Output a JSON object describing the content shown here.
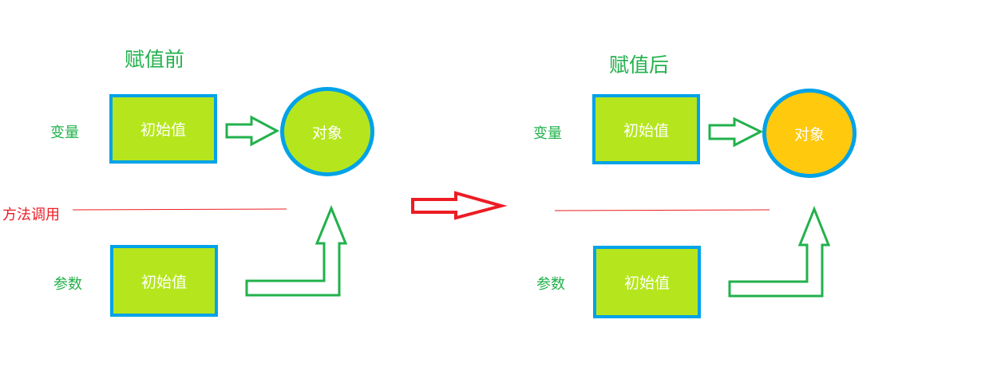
{
  "before": {
    "title": "赋值前",
    "variable_label": "变量",
    "param_label": "参数",
    "method_label": "方法调用",
    "variable_box": "初始值",
    "param_box": "初始值",
    "object_label": "对象",
    "object_color": "#b5e61d"
  },
  "after": {
    "title": "赋值后",
    "variable_label": "变量",
    "param_label": "参数",
    "variable_box": "初始值",
    "param_box": "初始值",
    "object_label": "对象",
    "object_color": "#ffc90e"
  },
  "colors": {
    "green_text": "#22b14c",
    "red_text": "#ed1c24",
    "box_fill": "#b5e61d",
    "border_blue": "#00a2e8",
    "arrow_green": "#22b14c",
    "arrow_red": "#ed1c24"
  }
}
